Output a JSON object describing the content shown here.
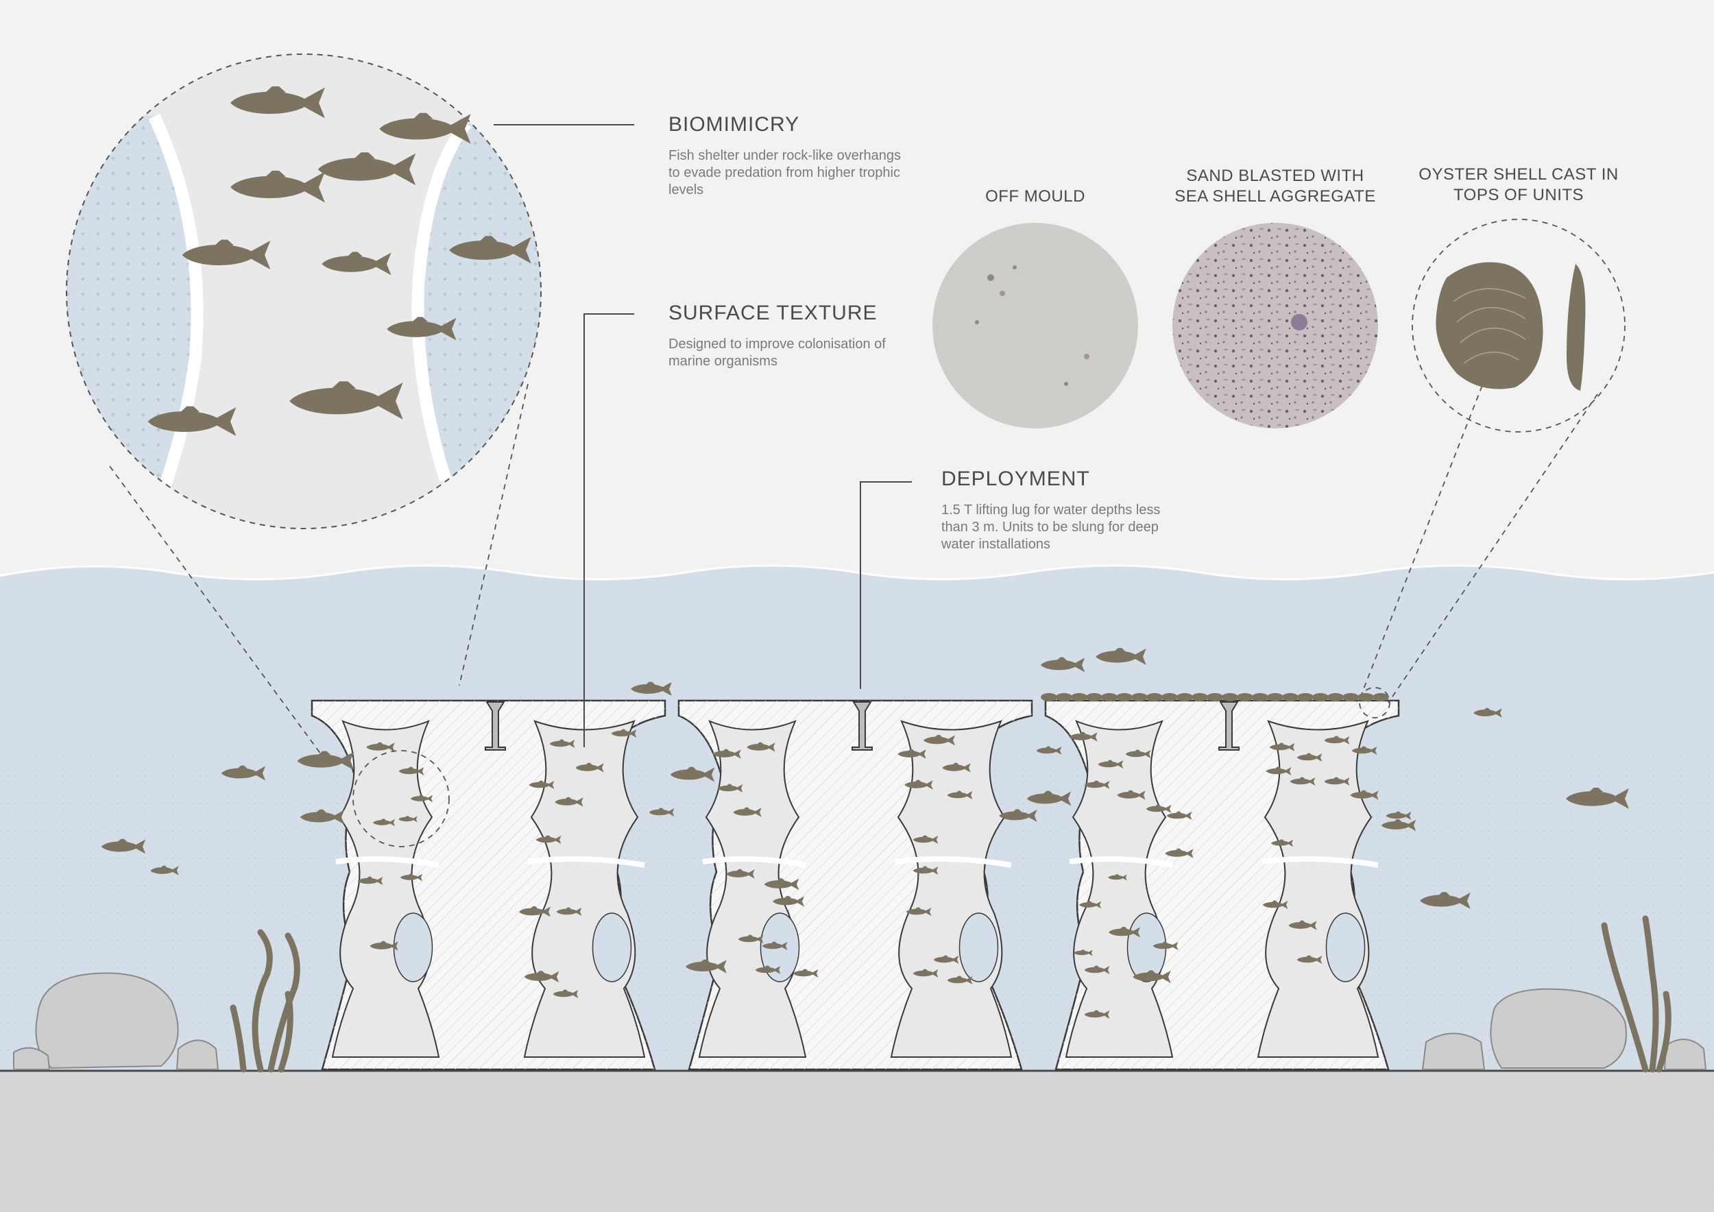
{
  "annotations": {
    "biomimicry": {
      "title": "BIOMIMICRY",
      "desc": "Fish shelter under rock-like overhangs to evade predation from higher trophic levels"
    },
    "surface_texture": {
      "title": "SURFACE TEXTURE",
      "desc": "Designed to improve colonisation of marine organisms"
    },
    "deployment": {
      "title": "DEPLOYMENT",
      "desc": "1.5 T lifting lug for water depths less than 3 m. Units to be slung for deep water installations"
    }
  },
  "textures": [
    {
      "id": "off_mould",
      "caption_lines": [
        "OFF MOULD"
      ]
    },
    {
      "id": "sand_blasted",
      "caption_lines": [
        "SAND BLASTED WITH",
        "SEA SHELL AGGREGATE"
      ]
    },
    {
      "id": "oyster",
      "caption_lines": [
        "OYSTER SHELL CAST IN",
        "TOPS OF UNITS"
      ]
    }
  ],
  "colors": {
    "background": "#f2f2f2",
    "water": "#d4dee8",
    "seabed": "#d6d6d6",
    "fish": "#7d7361",
    "unit_fill": "#f7f7f7",
    "rock": "#cdcdcd"
  }
}
